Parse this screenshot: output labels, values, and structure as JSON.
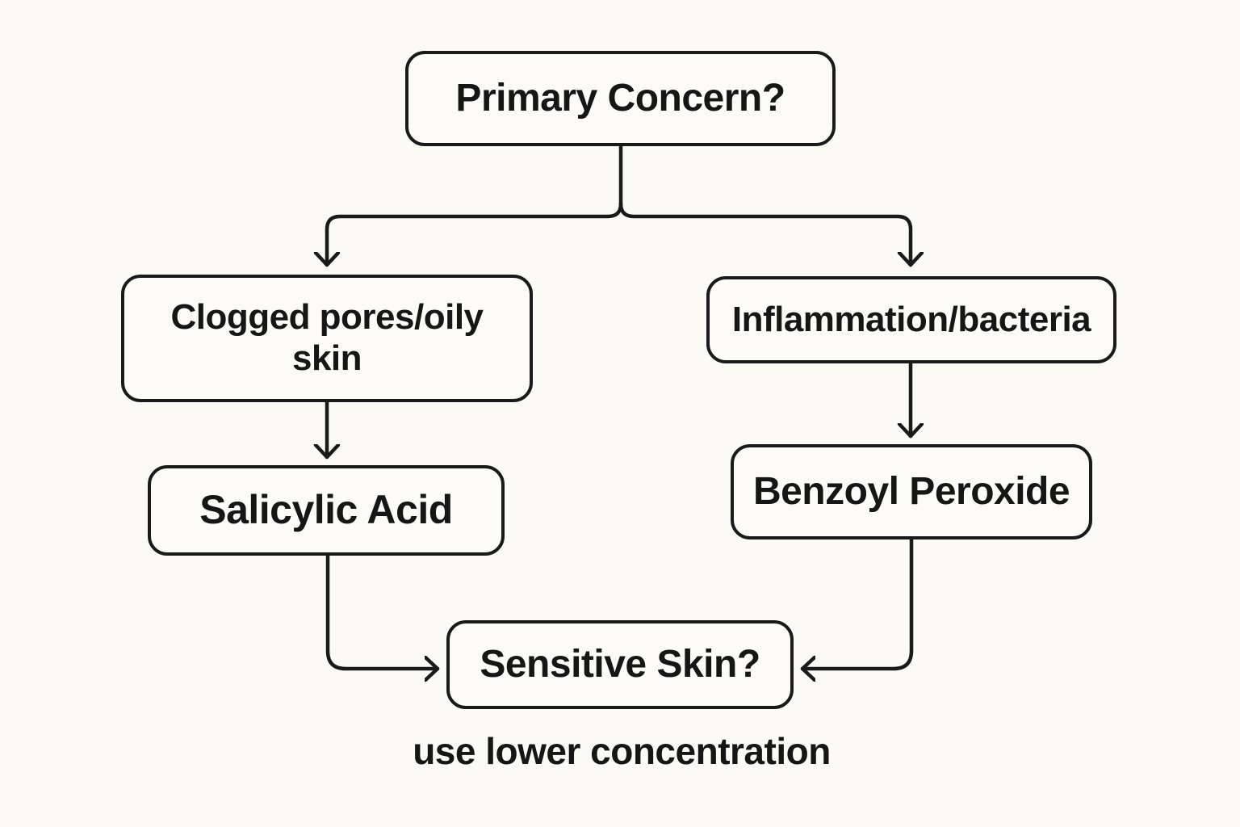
{
  "diagram": {
    "type": "flowchart",
    "colors": {
      "background": "#FBFAF4",
      "box_fill": "#FCFBF7",
      "line": "#1A1A1A",
      "text": "#161616"
    },
    "nodes": {
      "primary": "Primary Concern?",
      "clogged": {
        "line1": "Clogged pores/oily",
        "line2": "skin"
      },
      "inflammation": "Inflammation/bacteria",
      "salicylic": "Salicylic Acid",
      "benzoyl": "Benzoyl Peroxide",
      "sensitive": "Sensitive Skin?",
      "note": "use lower concentration"
    },
    "edges": [
      {
        "from": "primary",
        "to": "clogged"
      },
      {
        "from": "primary",
        "to": "inflammation"
      },
      {
        "from": "clogged",
        "to": "salicylic"
      },
      {
        "from": "inflammation",
        "to": "benzoyl"
      },
      {
        "from": "salicylic",
        "to": "sensitive"
      },
      {
        "from": "benzoyl",
        "to": "sensitive"
      }
    ]
  }
}
